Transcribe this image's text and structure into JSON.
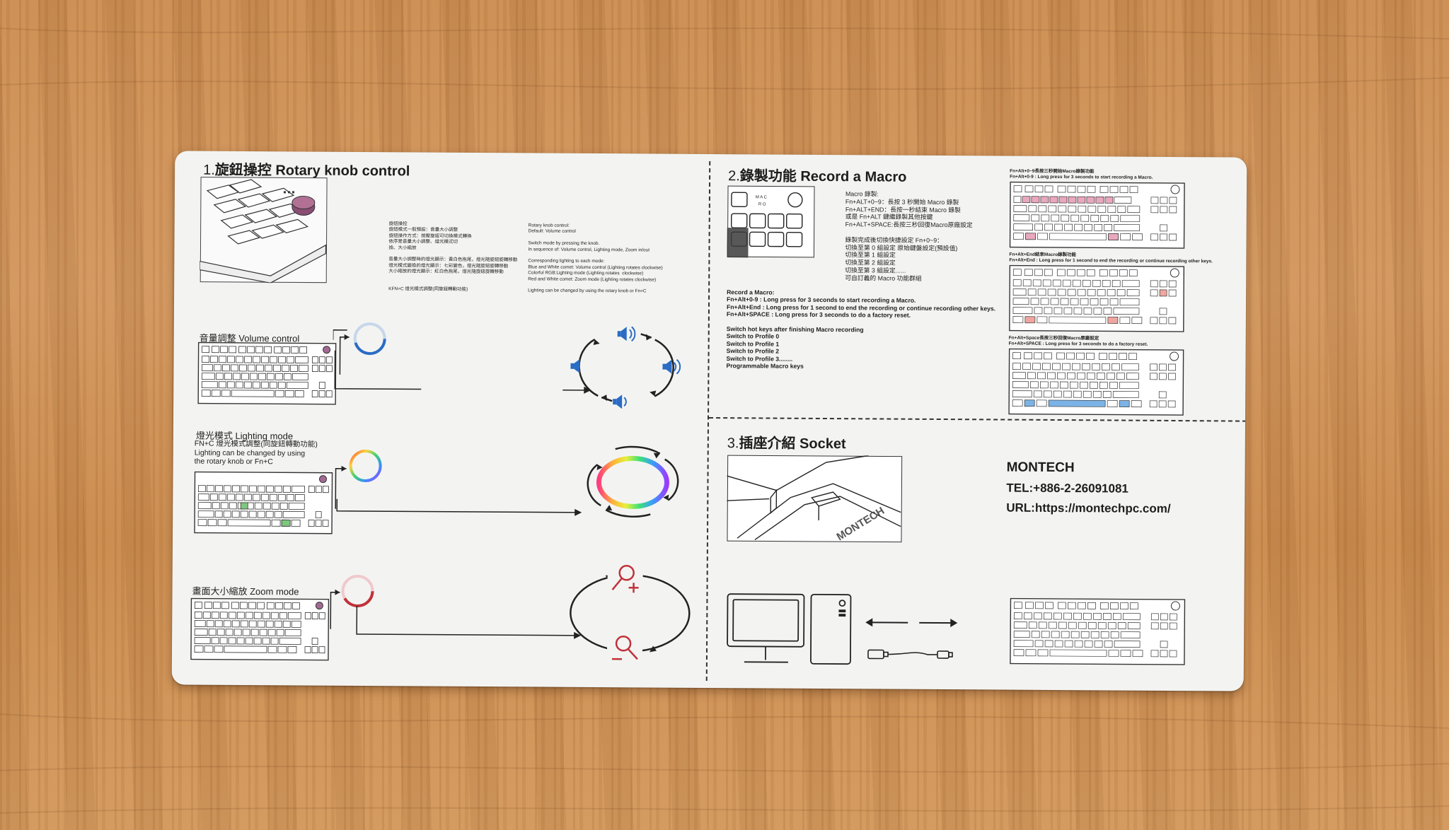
{
  "section1": {
    "number": "1.",
    "title": "旋鈕操控 Rotary knob control",
    "zh_block": "旋鈕操控\n旋鈕模式一般預設：音量大小調整\n旋鈕操作方式：按壓旋鈕可切換模式轉換\n依序是音量大小調整、燈光模式切\n換、大小縮放\n\n音量大小調整時的燈光顯示：黃白色拖尾，燈光隨旋鈕旋轉移動\n燈光模式變換的燈光顯示：七彩變色，燈光隨旋鈕旋轉移動\n大小縮放的燈光顯示：紅白色拖尾，燈光隨旋鈕旋轉移動\n\n\nKFN+C 燈光模式調整(同旋鈕轉動功能)",
    "en_block": "Rotary knob control:\nDefault: Volume control\n\nSwitch mode by pressing the knob.\nIn sequence of: Volume control, Lighting mode, Zoom in/out\n\nCorresponding lighting to each mode:\nBlue and White comet: Volume control (Lighting rotates clockwise)\nColorful RGB:Lighting mode (Lighting rotates  clockwise)\nRed and White comet: Zoom mode (Lighting rotates clockwise)\n\nLighting can be changed by using the rotary knob or Fn+C",
    "volume_label": "音量調整 Volume control",
    "lighting_label": "燈光模式  Lighting mode",
    "lighting_sub": "FN+C 燈光模式調整(同旋鈕轉動功能)\nLighting can be changed by using\nthe rotary knob or Fn+C",
    "zoom_label": "畫面大小縮放 Zoom mode"
  },
  "section2": {
    "number": "2.",
    "title": "錄製功能 Record a Macro",
    "zh_block": "Macro 錄製:\nFn+ALT+0~9：長按 3 秒開始 Macro 錄製\nFn+ALT+END：長按一秒結束 Macro 錄製\n或是 Fn+ALT 鍵繼錄製其他按鍵\nFn+ALT+SPACE:長按三秒回復Macro原廠設定\n\n錄製完成後切換快捷設定 Fn+0~9：\n切換至第 0 組設定 原始鍵盤設定(預設值)\n切換至第 1 組設定\n切換至第 2 組設定\n切換至第 3 組設定......\n可自訂義的 Macro 功能群組",
    "en_block": "Record a Macro:\nFn+Alt+0-9 : Long press for 3 seconds to start recording a Macro.\nFn+Alt+End : Long press for 1 second to end the recording or continue recording other keys.\nFn+Alt+SPACE : Long press for 3 seconds to do a factory reset.\n\nSwitch hot keys after finishing Macro recording\nSwitch to Profile 0\nSwitch to Profile 1\nSwitch to Profile 2\nSwitch to Profile 3........\nProgrammable Macro keys",
    "kb1_caption": "Fn+Alt+0~9長按三秒開始Macro錄製功能\nFn+Alt+0-9 : Long press for 3 seconds to start recording a Macro.",
    "kb2_caption": "Fn+Alt+End結束Macro錄製功能\nFn+Alt+End : Long press for 1 second to end the recording or continue recording other keys.",
    "kb3_caption": "Fn+Alt+Space長按三秒回復Macro原廠設定\nFn+Alt+SPACE : Long press for 3 seconds to do a factory reset.",
    "pad_keys": "M  A  C\nR  O"
  },
  "section3": {
    "number": "3.",
    "title": "插座介紹 Socket",
    "brand_embossed": "MONTECH"
  },
  "contact": {
    "brand": "MONTECH",
    "tel": "TEL:+886-2-26091081",
    "url": "URL:https://montechpc.com/"
  },
  "icons": [
    "rotary-knob-icon",
    "speaker-icon",
    "rgb-ring-icon",
    "zoom-in-icon",
    "zoom-out-icon",
    "monitor-icon",
    "pc-tower-icon",
    "usb-cable-icon",
    "arrow-left-icon",
    "arrow-right-icon"
  ],
  "colors": {
    "card": "#f3f4f2",
    "ink": "#1d1d1d",
    "speaker_blue": "#2b6cc4",
    "zoom_red": "#c0323a",
    "knob_purple": "#8a4d74",
    "macro_pink": "#e9a8bd",
    "key_blue": "#7bb3e6"
  }
}
